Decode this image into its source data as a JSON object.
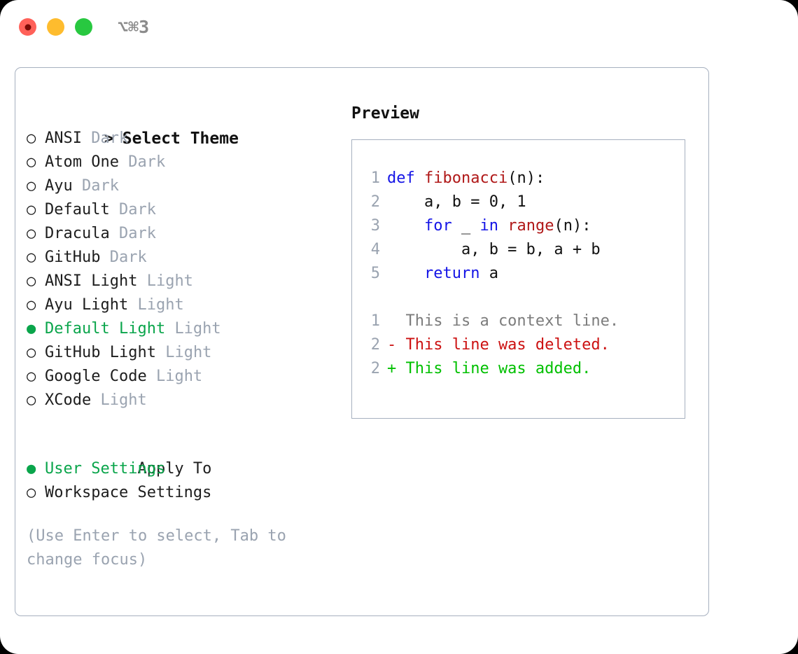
{
  "titlebar": {
    "shortcut": "⌥⌘3",
    "traffic_lights": [
      "close-red",
      "minimize-yellow",
      "maximize-green"
    ]
  },
  "theme_panel": {
    "header": {
      "prompt": "> ",
      "label": "Select Theme"
    },
    "marker_unselected": "○ ",
    "marker_selected": "● ",
    "items": [
      {
        "name": "ANSI",
        "tag": "Dark",
        "selected": false
      },
      {
        "name": "Atom One",
        "tag": "Dark",
        "selected": false
      },
      {
        "name": "Ayu",
        "tag": "Dark",
        "selected": false
      },
      {
        "name": "Default",
        "tag": "Dark",
        "selected": false
      },
      {
        "name": "Dracula",
        "tag": "Dark",
        "selected": false
      },
      {
        "name": "GitHub",
        "tag": "Dark",
        "selected": false
      },
      {
        "name": "ANSI Light",
        "tag": "Light",
        "selected": false
      },
      {
        "name": "Ayu Light",
        "tag": "Light",
        "selected": false
      },
      {
        "name": "Default Light",
        "tag": "Light",
        "selected": true
      },
      {
        "name": "GitHub Light",
        "tag": "Light",
        "selected": false
      },
      {
        "name": "Google Code",
        "tag": "Light",
        "selected": false
      },
      {
        "name": "XCode",
        "tag": "Light",
        "selected": false
      }
    ]
  },
  "apply_to": {
    "title": "Apply To",
    "options": [
      {
        "label": "User Settings",
        "selected": true
      },
      {
        "label": "Workspace Settings",
        "selected": false
      }
    ]
  },
  "hint": "(Use Enter to select, Tab to change focus)",
  "preview": {
    "title": "Preview",
    "code_lines": [
      {
        "lineno": "1",
        "tokens": [
          {
            "text": "def ",
            "kind": "kw"
          },
          {
            "text": "fibonacci",
            "kind": "fn"
          },
          {
            "text": "(n):",
            "kind": "id"
          }
        ]
      },
      {
        "lineno": "2",
        "tokens": [
          {
            "text": "    a, b = 0, 1",
            "kind": "id"
          }
        ]
      },
      {
        "lineno": "3",
        "tokens": [
          {
            "text": "    ",
            "kind": "id"
          },
          {
            "text": "for",
            "kind": "kw"
          },
          {
            "text": " _ ",
            "kind": "id"
          },
          {
            "text": "in",
            "kind": "kw"
          },
          {
            "text": " ",
            "kind": "id"
          },
          {
            "text": "range",
            "kind": "fn"
          },
          {
            "text": "(n):",
            "kind": "id"
          }
        ]
      },
      {
        "lineno": "4",
        "tokens": [
          {
            "text": "        a, b = b, a + b",
            "kind": "id"
          }
        ]
      },
      {
        "lineno": "5",
        "tokens": [
          {
            "text": "    ",
            "kind": "id"
          },
          {
            "text": "return",
            "kind": "kw"
          },
          {
            "text": " a",
            "kind": "id"
          }
        ]
      },
      {
        "lineno": "",
        "tokens": []
      },
      {
        "lineno": "1",
        "tokens": [
          {
            "text": "  This is a context line.",
            "kind": "ctx"
          }
        ]
      },
      {
        "lineno": "2",
        "tokens": [
          {
            "text": "- This line was deleted.",
            "kind": "del"
          }
        ]
      },
      {
        "lineno": "2",
        "tokens": [
          {
            "text": "+ This line was added.",
            "kind": "add"
          }
        ]
      }
    ]
  },
  "colors": {
    "accent_green": "#0aa54b",
    "muted_grey": "#9aa3b0",
    "border": "#a6b0bf",
    "keyword_blue": "#1414e6",
    "function_red": "#b01818",
    "diff_deleted": "#cc1111",
    "diff_added": "#00c000",
    "diff_context": "#7c7c7c",
    "traffic_red": "#ff6159",
    "traffic_yellow": "#febc2e",
    "traffic_green": "#28c840"
  }
}
